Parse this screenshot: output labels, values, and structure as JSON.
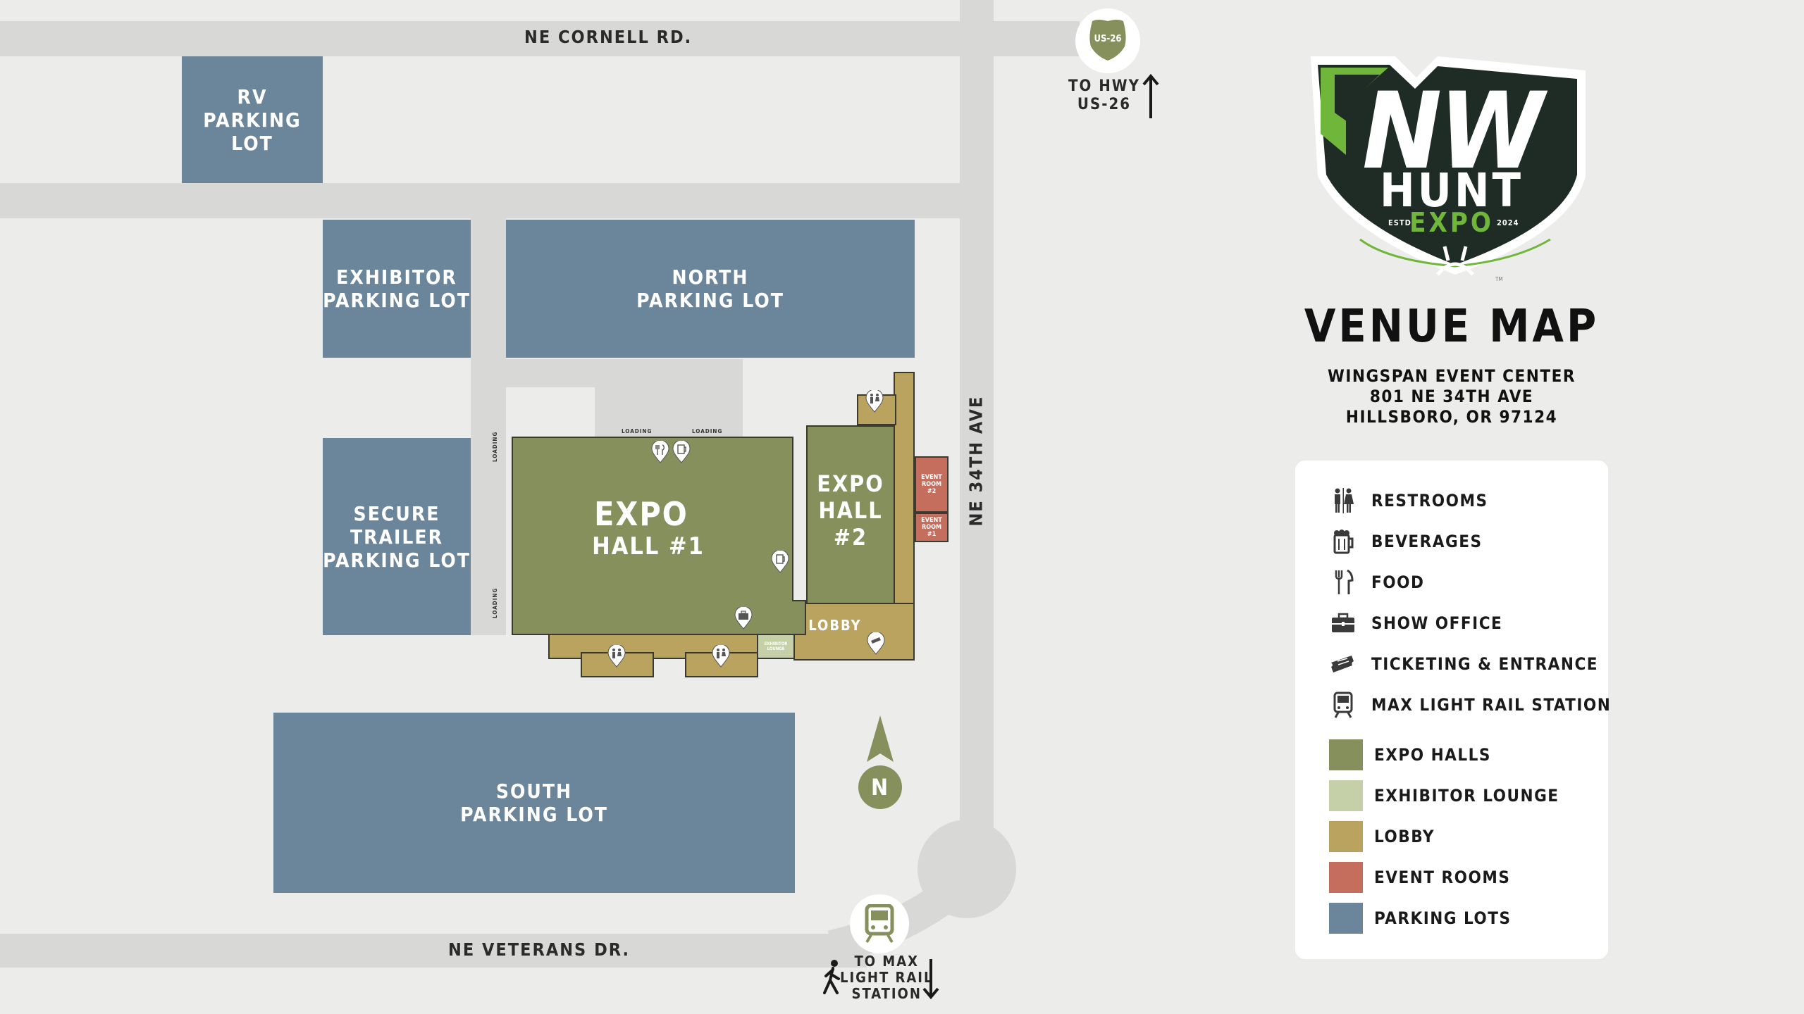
{
  "colors": {
    "background": "#ececeb",
    "road": "#d8d8d7",
    "parking_lots": "#6b859a",
    "expo_halls": "#86905d",
    "exhibitor_lounge": "#c5d0a8",
    "lobby": "#b9a35f",
    "event_rooms": "#c66e5e",
    "logo_green": "#6fb63a",
    "logo_dark": "#1f2b25"
  },
  "roads": {
    "cornell": "NE CORNELL RD.",
    "veterans": "NE VETERANS DR.",
    "ave34": "NE 34TH AVE"
  },
  "lots": {
    "rv": "RV\nPARKING\nLOT",
    "exhibitor": "EXHIBITOR\nPARKING LOT",
    "north": "NORTH\nPARKING LOT",
    "secure": "SECURE\nTRAILER\nPARKING LOT",
    "south": "SOUTH\nPARKING LOT"
  },
  "halls": {
    "hall1_a": "EXPO",
    "hall1_b": "HALL #1",
    "hall2": "EXPO\nHALL\n#2",
    "lobby": "LOBBY",
    "event_room_2": "EVENT\nROOM\n#2",
    "event_room_1": "EVENT\nROOM\n#1",
    "exhibitor_lounge": "EXHIBITOR\nLOUNGE",
    "loading": "LOADING"
  },
  "highway": {
    "shield": "US-26",
    "label": "TO HWY\nUS-26"
  },
  "transit": {
    "label": "TO MAX\nLIGHT RAIL\nSTATION"
  },
  "compass": "N",
  "logo": {
    "nw": "NW",
    "hunt": "HUNT",
    "expo": "EXPO",
    "estd": "ESTD",
    "year": "2024",
    "tm": "TM"
  },
  "title": "VENUE MAP",
  "address": {
    "line1": "WINGSPAN EVENT CENTER",
    "line2": "801 NE 34TH AVE",
    "line3": "HILLSBORO, OR 97124"
  },
  "legend": {
    "icons": [
      {
        "icon": "restrooms-icon",
        "label": "RESTROOMS"
      },
      {
        "icon": "beverages-icon",
        "label": "BEVERAGES"
      },
      {
        "icon": "food-icon",
        "label": "FOOD"
      },
      {
        "icon": "show-office-icon",
        "label": "SHOW OFFICE"
      },
      {
        "icon": "ticketing-icon",
        "label": "TICKETING & ENTRANCE"
      },
      {
        "icon": "light-rail-icon",
        "label": "MAX LIGHT RAIL STATION"
      }
    ],
    "swatches": [
      {
        "color": "#86905d",
        "label": "EXPO HALLS"
      },
      {
        "color": "#c5d0a8",
        "label": "EXHIBITOR LOUNGE"
      },
      {
        "color": "#b9a35f",
        "label": "LOBBY"
      },
      {
        "color": "#c66e5e",
        "label": "EVENT ROOMS"
      },
      {
        "color": "#6b859a",
        "label": "PARKING LOTS"
      }
    ]
  }
}
